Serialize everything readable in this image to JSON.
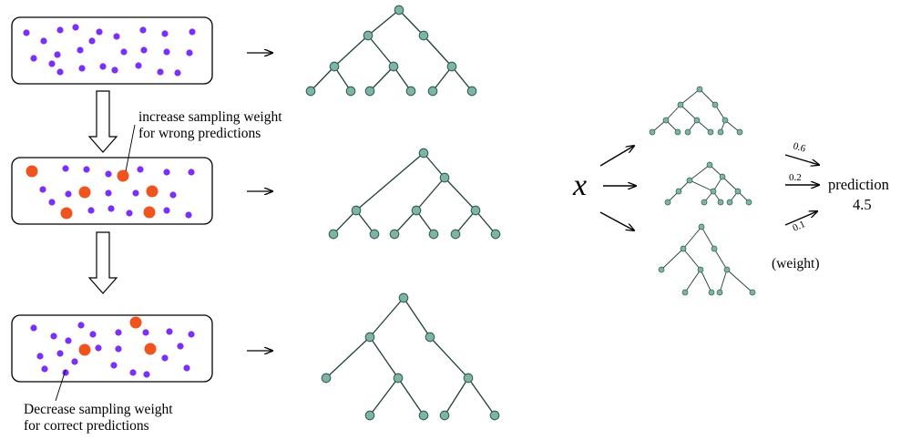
{
  "annotations": {
    "increase_line1": "increase sampling weight",
    "increase_line2": "for wrong predictions",
    "decrease_line1": "Decrease sampling weight",
    "decrease_line2": "for correct predictions",
    "input_symbol": "x",
    "prediction_label": "prediction",
    "prediction_value": "4.5",
    "weight_label": "(weight)"
  },
  "ensemble_weights": [
    "0.6",
    "0.2",
    "0.1"
  ],
  "colors": {
    "small_dot": "#7b2ff7",
    "large_dot": "#f0541e",
    "node_fill": "#7fb3a6",
    "node_stroke": "#2f5f55",
    "edge": "#1f3f38"
  }
}
